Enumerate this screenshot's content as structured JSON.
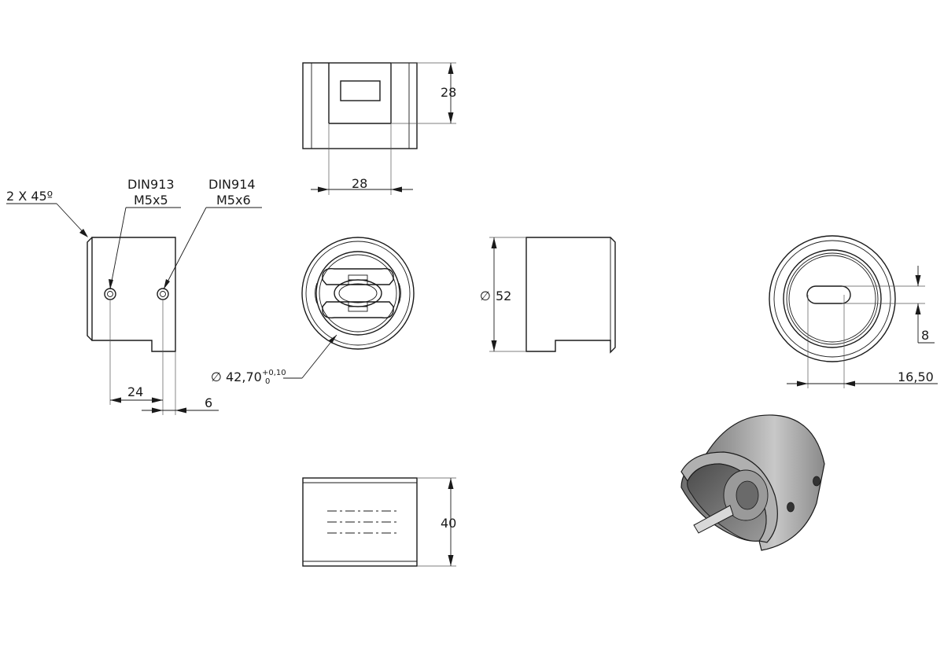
{
  "labels": {
    "chamfer": "2 X 45º",
    "screw1_std": "DIN913",
    "screw1_size": "M5x5",
    "screw2_std": "DIN914",
    "screw2_size": "M5x6",
    "diameter_symbol": "∅",
    "bore_diameter": "42,70",
    "bore_tol_upper": "+0,10",
    "bore_tol_lower": "0"
  },
  "dimensions": {
    "top_height": "28",
    "top_width": "28",
    "left_hole_spacing": "24",
    "left_hole_offset": "6",
    "outer_diameter": "52",
    "slot_width": "8",
    "slot_length": "16,50",
    "front_height": "40"
  },
  "colors": {
    "line": "#1a1a1a",
    "body_shade": "#8c8c8c",
    "body_dark": "#555555",
    "body_light": "#d8d8d8"
  }
}
